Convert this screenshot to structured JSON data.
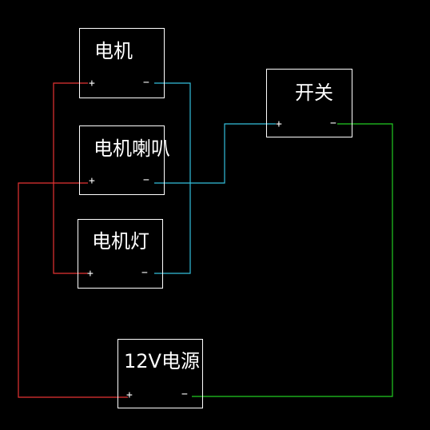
{
  "components": {
    "motor": {
      "label": "电机",
      "plus": "+",
      "minus": "−"
    },
    "motor_horn": {
      "label": "电机喇叭",
      "plus": "+",
      "minus": "−"
    },
    "motor_light": {
      "label": "电机灯",
      "plus": "+",
      "minus": "−"
    },
    "switch": {
      "label": "开关",
      "plus": "+",
      "minus": "−"
    },
    "power_supply": {
      "label": "12V电源",
      "plus": "+",
      "minus": "−"
    }
  },
  "colors": {
    "background": "#000000",
    "outline": "#ffffff",
    "wire_positive": "#e53333",
    "wire_negative": "#33bfdc",
    "wire_return": "#22cc22"
  }
}
